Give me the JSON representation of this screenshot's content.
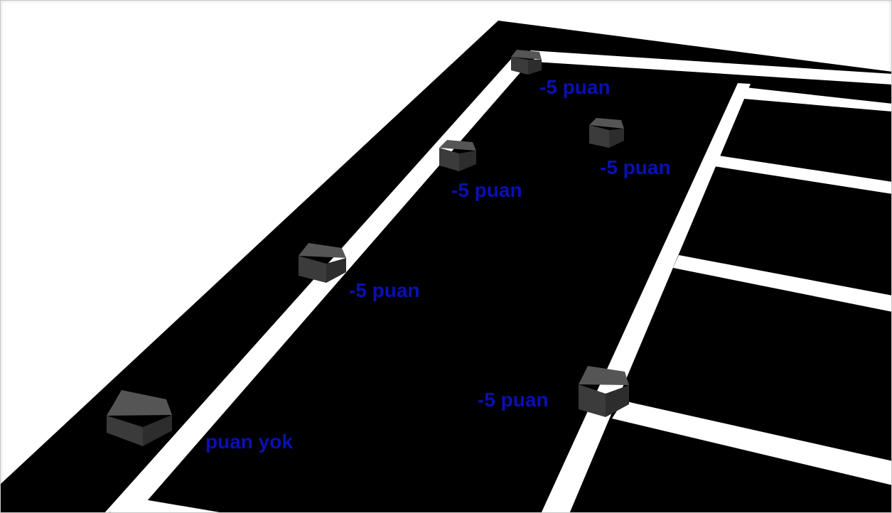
{
  "colors": {
    "background": "#ffffff",
    "field": "#000000",
    "line": "#ffffff",
    "obstacle_top": "#4e4e4e",
    "obstacle_left": "#3a3a3a",
    "obstacle_right": "#2b2b2b",
    "label": "#0a10b4"
  },
  "labels": [
    {
      "id": "label-1",
      "text": "-5 puan"
    },
    {
      "id": "label-2",
      "text": "-5 puan"
    },
    {
      "id": "label-3",
      "text": "-5 puan"
    },
    {
      "id": "label-4",
      "text": "-5 puan"
    },
    {
      "id": "label-5",
      "text": "-5 puan"
    },
    {
      "id": "label-6",
      "text": "puan yok"
    }
  ],
  "obstacles": [
    {
      "name": "obstacle-1"
    },
    {
      "name": "obstacle-2"
    },
    {
      "name": "obstacle-3"
    },
    {
      "name": "obstacle-4"
    },
    {
      "name": "obstacle-5"
    },
    {
      "name": "obstacle-6"
    }
  ]
}
